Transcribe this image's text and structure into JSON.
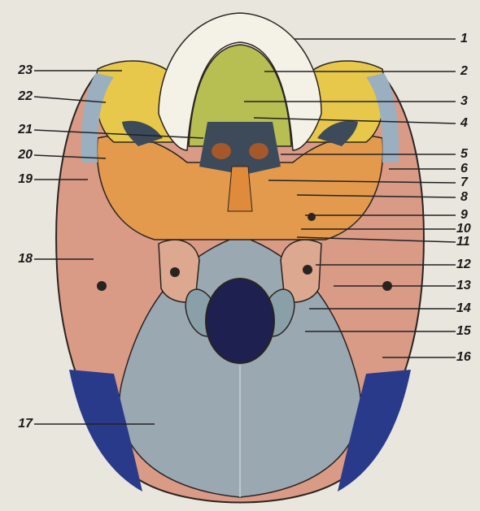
{
  "figure": {
    "labels": [
      {
        "id": "1",
        "text": "1"
      },
      {
        "id": "2",
        "text": "2"
      },
      {
        "id": "3",
        "text": "3"
      },
      {
        "id": "4",
        "text": "4"
      },
      {
        "id": "5",
        "text": "5"
      },
      {
        "id": "6",
        "text": "6"
      },
      {
        "id": "7",
        "text": "7"
      },
      {
        "id": "8",
        "text": "8"
      },
      {
        "id": "9",
        "text": "9"
      },
      {
        "id": "10",
        "text": "10"
      },
      {
        "id": "11",
        "text": "11"
      },
      {
        "id": "12",
        "text": "12"
      },
      {
        "id": "13",
        "text": "13"
      },
      {
        "id": "14",
        "text": "14"
      },
      {
        "id": "15",
        "text": "15"
      },
      {
        "id": "16",
        "text": "16"
      },
      {
        "id": "17",
        "text": "17"
      },
      {
        "id": "18",
        "text": "18"
      },
      {
        "id": "19",
        "text": "19"
      },
      {
        "id": "20",
        "text": "20"
      },
      {
        "id": "21",
        "text": "21"
      },
      {
        "id": "22",
        "text": "22"
      },
      {
        "id": "23",
        "text": "23"
      }
    ]
  },
  "colors": {
    "background": "#e9e7dd",
    "maxilla_yellow": "#e8c84a",
    "palate_green": "#b7be52",
    "sphenoid_orange": "#e39a4c",
    "temporal_pink": "#d99a86",
    "occipital_gray": "#9aa8b2",
    "dark_cavity": "#3c4a5a",
    "foramen_navy": "#1e2050",
    "occipital_blue": "#2a3a8a",
    "teeth_white": "#f4f1e6",
    "leader_line": "#222222"
  }
}
